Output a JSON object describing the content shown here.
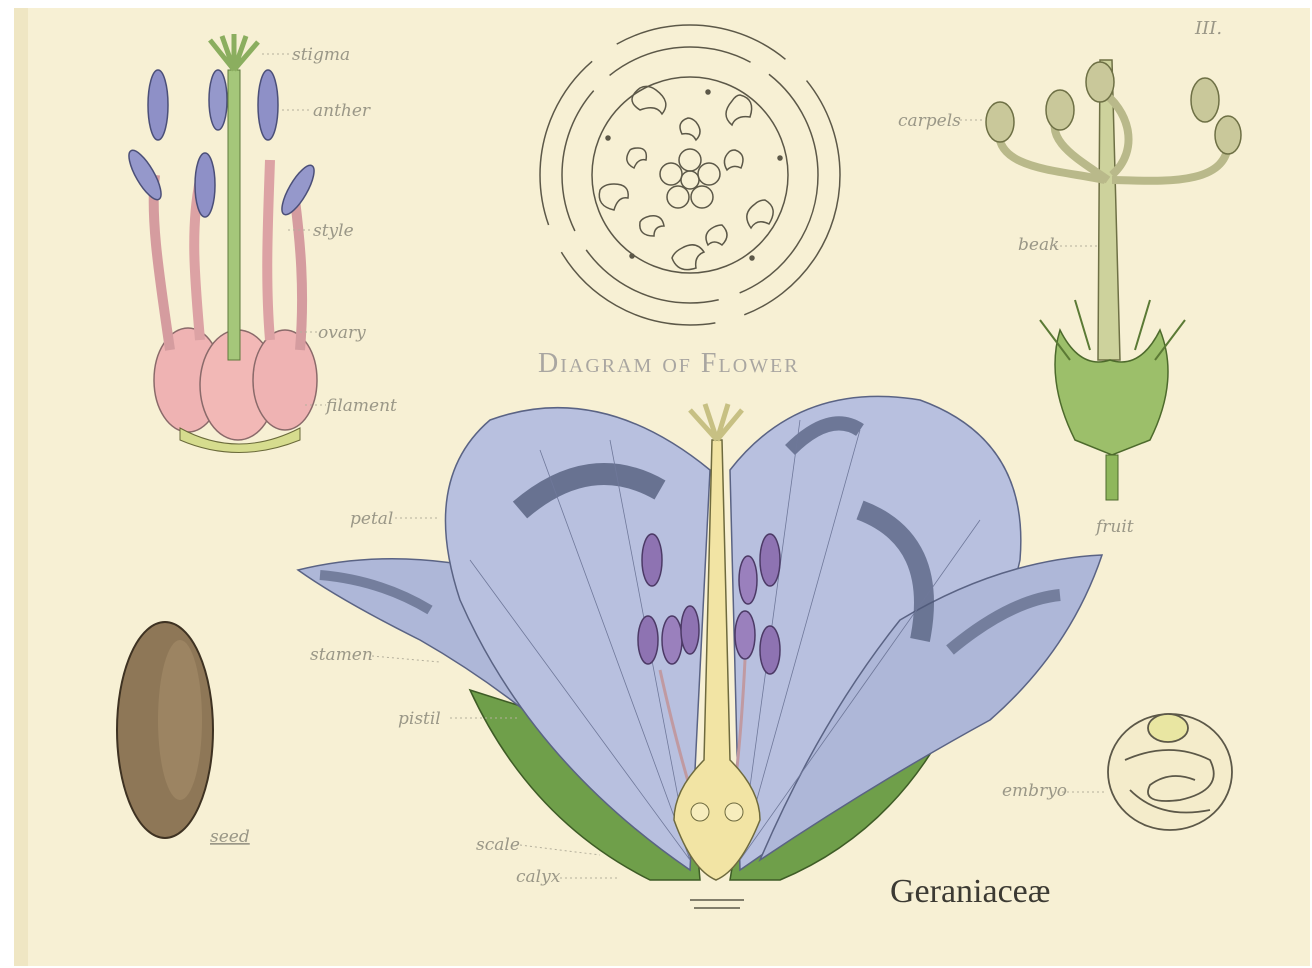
{
  "plate": {
    "diagram_title": "Diagram of Flower",
    "family_name": "Geraniaceæ",
    "corner_mark": "III.",
    "colors": {
      "paper": "#f7f0d4",
      "petal": "#b6bedd",
      "petal_dark": "#4d5877",
      "anther": "#8e73b2",
      "ovary": "#eeb0b2",
      "stem_green": "#9cbf6a",
      "seed": "#8e7757",
      "ink": "#5c5848"
    }
  },
  "labels": {
    "stigma": "stigma",
    "anther": "anther",
    "style": "style",
    "ovary": "ovary",
    "filament": "filament",
    "petal": "petal",
    "stamen": "stamen",
    "pistil": "pistil",
    "scale": "scale",
    "calyx": "calyx",
    "seed": "seed",
    "carpels": "carpels",
    "beak": "beak",
    "fruit": "fruit",
    "embryo": "embryo"
  }
}
